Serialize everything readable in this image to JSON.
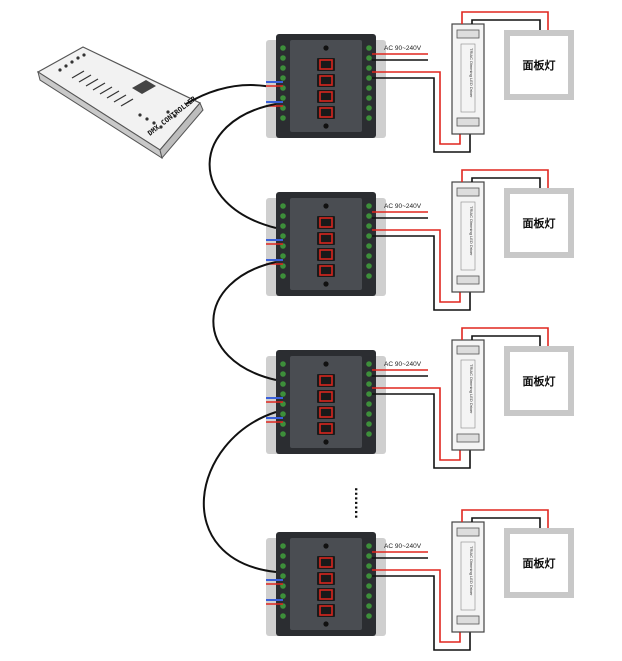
{
  "ac_label": "AC 90~240V",
  "panel_label": "面板灯",
  "driver_label": "TRIAC Dimming LED Driver",
  "console_label": "DMX CONTROLLER",
  "ellipsis": "·······",
  "stage_count": 4,
  "colors": {
    "wire_red": "#e0261f",
    "wire_black": "#111111",
    "wire_blue": "#3a5fd9",
    "decoder_body": "#2b2d31",
    "decoder_face": "#4a4d52",
    "digit": "#d7261e",
    "terminal_green": "#3d8f3a",
    "panel_frame": "#c8c8c8",
    "driver_body": "#f4f4f4"
  }
}
